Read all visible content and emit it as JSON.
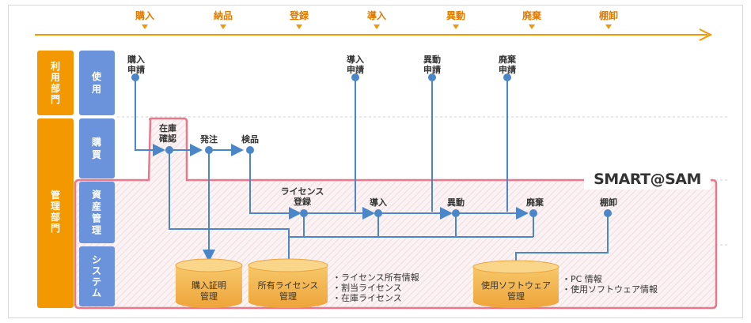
{
  "timeline": {
    "stages": [
      "購入",
      "納品",
      "登録",
      "導入",
      "異動",
      "廃棄",
      "棚卸"
    ]
  },
  "departments": {
    "user": "利用部門",
    "management": "管理部門"
  },
  "lanes": {
    "use": "使用",
    "purchase": "購買",
    "asset": "資産管理",
    "system": "システム"
  },
  "logo": "SMART@SAM",
  "nodes": {
    "purchase_request": [
      "購入",
      "申請"
    ],
    "intro_request": [
      "導入",
      "申請"
    ],
    "transfer_request": [
      "異動",
      "申請"
    ],
    "disposal_request": [
      "廃棄",
      "申請"
    ],
    "stock_check": [
      "在庫",
      "確認"
    ],
    "order": "発注",
    "inspection": "検品",
    "license_register": [
      "ライセンス",
      "登録"
    ],
    "intro": "導入",
    "transfer": "異動",
    "disposal": "廃棄",
    "inventory": "棚卸"
  },
  "databases": {
    "purchase_proof": [
      "購入証明",
      "管理"
    ],
    "owned_license": [
      "所有ライセンス",
      "管理"
    ],
    "used_software": [
      "使用ソフトウェア",
      "管理"
    ]
  },
  "notes": {
    "license": [
      "・ライセンス所有情報",
      "・割当ライセンス",
      "・在庫ライセンス"
    ],
    "software": [
      "・PC 情報",
      "・使用ソフトウェア情報"
    ]
  },
  "colors": {
    "orange": "#f39800",
    "blue": "#6b93dc",
    "line_blue": "#4a86c8",
    "pink": "#e8788a",
    "db_gold": "#f2b24a"
  }
}
